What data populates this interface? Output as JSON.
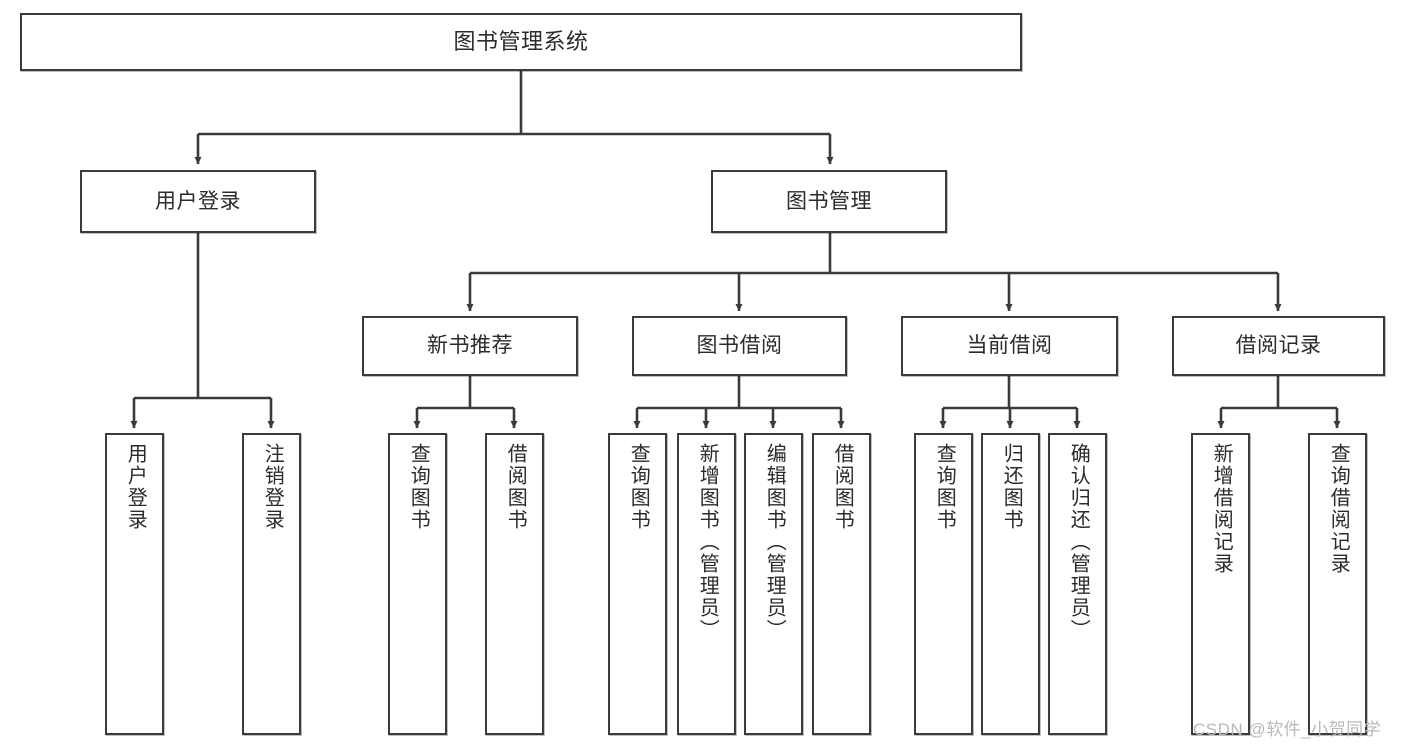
{
  "diagram": {
    "title": "图书管理系统",
    "watermark": "CSDN @软件_小贺同学",
    "stroke_color": "#3b3b3b",
    "fill_color": "#ffffff",
    "text_color": "#2b2b2b",
    "watermark_color": "#b9b9b9"
  },
  "nodes": {
    "root": {
      "label": "图书管理系统"
    },
    "level2": [
      {
        "label": "用户登录"
      },
      {
        "label": "图书管理"
      }
    ],
    "level3": [
      {
        "label": "新书推荐"
      },
      {
        "label": "图书借阅"
      },
      {
        "label": "当前借阅"
      },
      {
        "label": "借阅记录"
      }
    ],
    "leaves": {
      "user_login": [
        {
          "label": "用户登录"
        },
        {
          "label": "注销登录"
        }
      ],
      "new_book": [
        {
          "label": "查询图书"
        },
        {
          "label": "借阅图书"
        }
      ],
      "book_borrow": [
        {
          "label": "查询图书"
        },
        {
          "label": "新增图书（管理员）"
        },
        {
          "label": "编辑图书（管理员）"
        },
        {
          "label": "借阅图书"
        }
      ],
      "current_borrow": [
        {
          "label": "查询图书"
        },
        {
          "label": "归还图书"
        },
        {
          "label": "确认归还（管理员）"
        }
      ],
      "borrow_record": [
        {
          "label": "新增借阅记录"
        },
        {
          "label": "查询借阅记录"
        }
      ]
    }
  }
}
